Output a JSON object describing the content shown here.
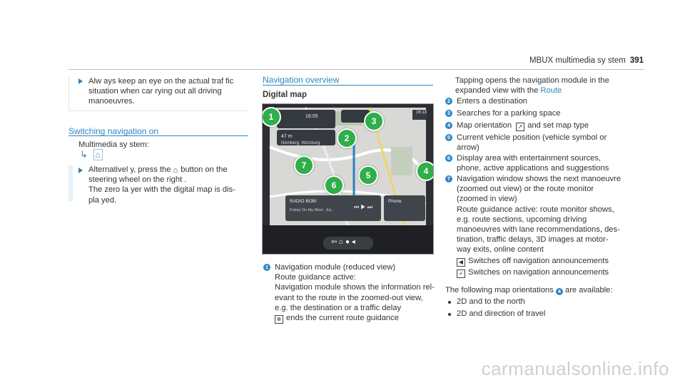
{
  "header": {
    "title": "MBUX multimedia sy stem",
    "page": "391"
  },
  "left": {
    "note": [
      "Alw ays keep an eye on the actual traf fic",
      "situation when car rying out all driving",
      "manoeuvres."
    ],
    "section_title": "Switching navigation on",
    "path_label": "Multimedia sy stem:",
    "path_home_glyph": "⌂",
    "step": [
      "Alternativel y, press the",
      "button on the",
      "steering wheel on the right .",
      "The zero la yer with the digital map is dis-",
      "pla yed."
    ]
  },
  "middle": {
    "section_title": "Navigation overview",
    "subtitle": "Digital map",
    "screen": {
      "time": "16:05",
      "distance": "47 m",
      "street": "Nürnberg, Würzburg",
      "radio_title": "RADIO BOB!",
      "radio_track": "Friday On My Mind - Ea...",
      "phone_label": "Phone",
      "status_time": "16:13"
    },
    "callouts": [
      "1",
      "2",
      "3",
      "4",
      "5",
      "6",
      "7"
    ],
    "item1": {
      "num": "1",
      "title": "Navigation module (reduced view)",
      "lines": [
        "Route guidance active:",
        "Navigation module shows the information rel-",
        "evant to the route in the zoomed-out view,",
        "e.g. the destination or a traffic delay"
      ],
      "sub": "ends the current route guidance"
    }
  },
  "right": {
    "intro": [
      "Tapping opens the navigation module in the",
      "expanded view with the"
    ],
    "route_link": "Route",
    "items": [
      {
        "num": "2",
        "text": "Enters a destination"
      },
      {
        "num": "3",
        "text": "Searches for a parking space"
      },
      {
        "num": "4",
        "text": "Map orientation",
        "text2": "and set map type"
      },
      {
        "num": "5",
        "text": "Current vehicle position (vehicle symbol or",
        "cont": [
          "arrow)"
        ]
      },
      {
        "num": "6",
        "text": "Display area with entertainment sources,",
        "cont": [
          "phone, active applications and suggestions"
        ]
      },
      {
        "num": "7",
        "text": "Navigation window shows the next manoeuvre",
        "cont": [
          "(zoomed out view) or the route monitor",
          "(zoomed in view)",
          "Route guidance active: route monitor shows,",
          "e.g. route sections, upcoming driving",
          "manoeuvres with lane recommendations, des-",
          "tination, traffic delays, 3D images at motor-",
          "way exits, online content"
        ]
      }
    ],
    "sub_on": "Switches off navigation announcements",
    "sub_off": "Switches on navigation announcements",
    "orient_before": "The following map orientations",
    "orient_num": "4",
    "orient_after": "are available:",
    "bullets": [
      "2D and to the north",
      "2D and direction of travel"
    ]
  },
  "colors": {
    "accent": "#2f86c1",
    "callout": "#2fae4a"
  },
  "watermark": "carmanualsonline.info"
}
